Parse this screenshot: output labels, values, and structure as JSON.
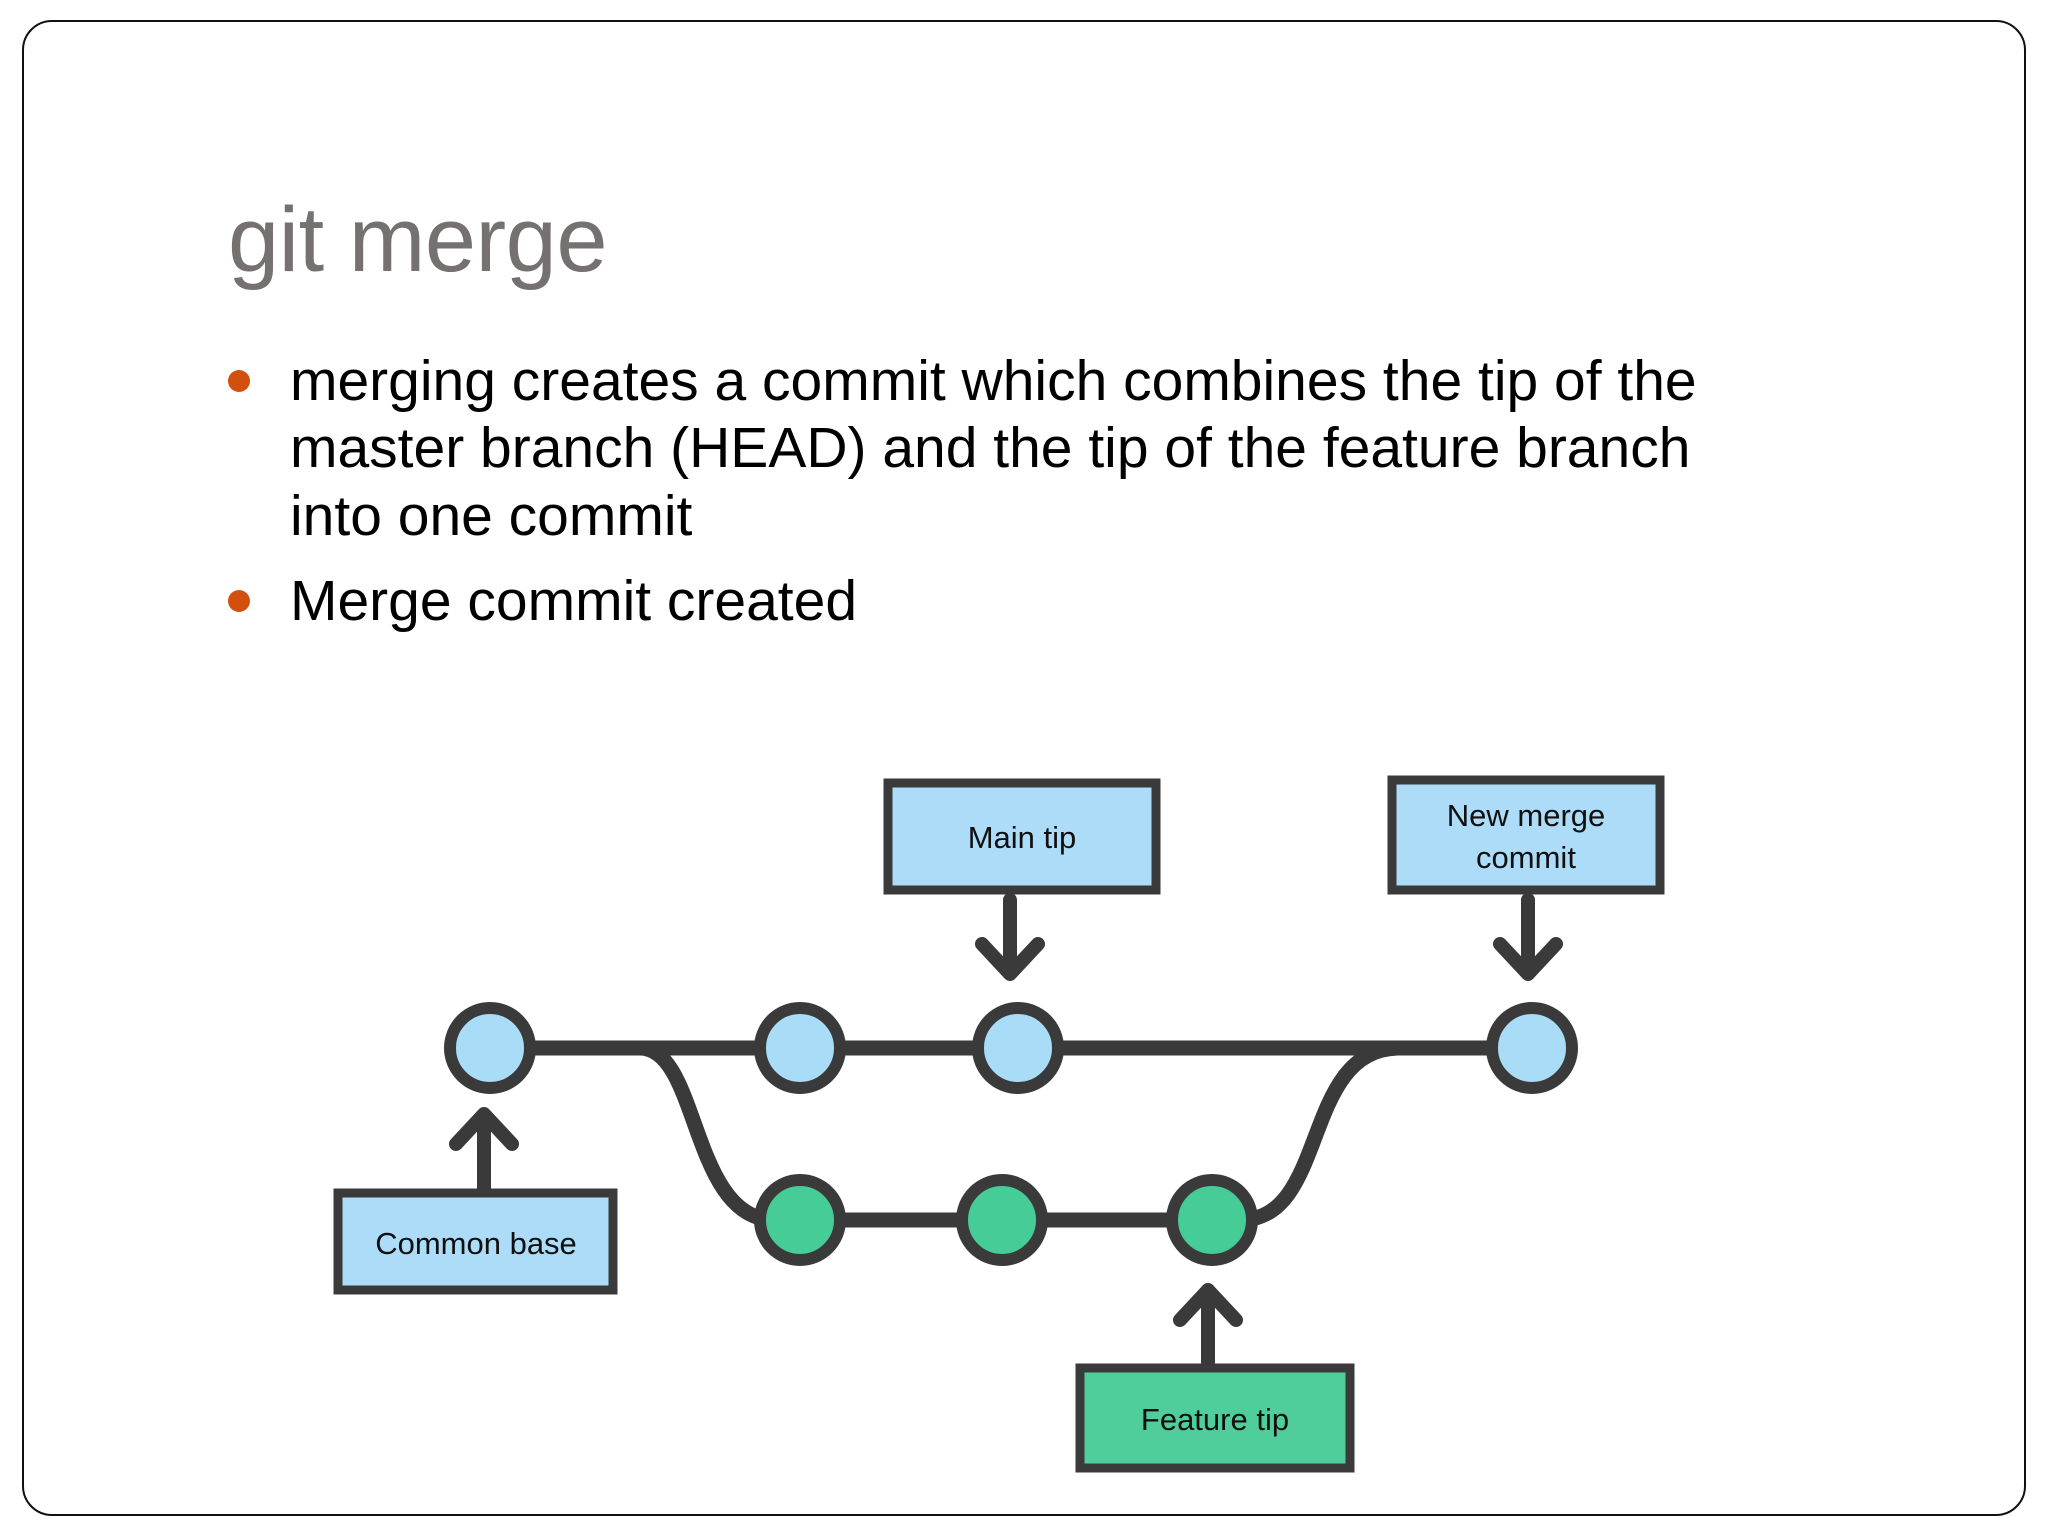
{
  "slide": {
    "title": "git merge",
    "title_color": "#767171",
    "background": "#ffffff",
    "border_color": "#111111"
  },
  "bullets": {
    "marker_color": "#D2500E",
    "text_color": "#000000",
    "items": [
      {
        "id": "bullet-merging-creates",
        "text": "merging creates a commit which combines the tip of the master branch (HEAD) and the tip of the feature branch into one commit"
      },
      {
        "id": "bullet-merge-commit-created",
        "text": "Merge commit created"
      }
    ]
  },
  "diagram": {
    "type": "git-branch-graph",
    "colors": {
      "main_commit_fill": "#A9DCF7",
      "feature_commit_fill": "#46CC97",
      "stroke": "#3A3A3A",
      "label_box_blue_fill": "#ACDCF7",
      "label_box_green_fill": "#4FCD9A",
      "label_box_border": "#3A3A3A",
      "label_text": "#101010"
    },
    "labels": [
      {
        "id": "main-tip",
        "text": "Main tip",
        "lines": [
          "Main tip"
        ],
        "fill": "#ACDCF7",
        "points_to": "main-commit-3",
        "arrow": "down"
      },
      {
        "id": "new-merge-commit",
        "text": "New merge commit",
        "lines": [
          "New merge",
          "commit"
        ],
        "fill": "#ACDCF7",
        "points_to": "merge-commit",
        "arrow": "down"
      },
      {
        "id": "common-base",
        "text": "Common base",
        "lines": [
          "Common base"
        ],
        "fill": "#ACDCF7",
        "points_to": "main-commit-1",
        "arrow": "up"
      },
      {
        "id": "feature-tip",
        "text": "Feature tip",
        "lines": [
          "Feature tip"
        ],
        "fill": "#4FCD9A",
        "points_to": "feature-commit-3",
        "arrow": "up"
      }
    ],
    "commits": {
      "main_branch": [
        {
          "id": "main-commit-1",
          "role": "common base"
        },
        {
          "id": "main-commit-2",
          "role": "main"
        },
        {
          "id": "main-commit-3",
          "role": "main tip"
        },
        {
          "id": "merge-commit",
          "role": "new merge commit"
        }
      ],
      "feature_branch": [
        {
          "id": "feature-commit-1",
          "role": "feature"
        },
        {
          "id": "feature-commit-2",
          "role": "feature"
        },
        {
          "id": "feature-commit-3",
          "role": "feature tip"
        }
      ]
    }
  }
}
